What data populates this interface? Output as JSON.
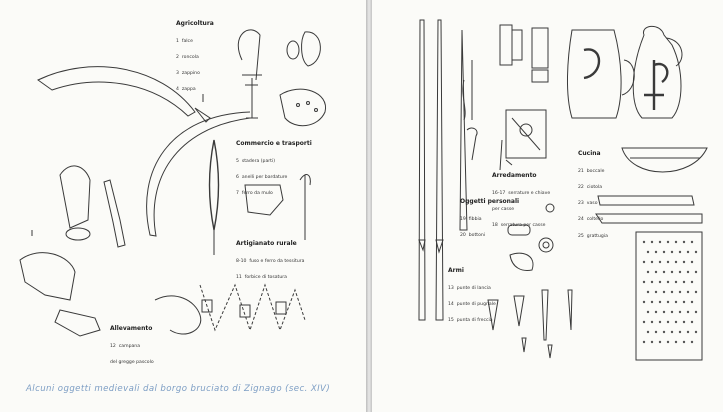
{
  "sections": {
    "agricoltura": {
      "title": "Agricoltura",
      "items": [
        "1  falce",
        "2  roncola",
        "3  zappino",
        "4  zappa"
      ]
    },
    "commercio": {
      "title": "Commercio e trasporti",
      "items": [
        "5  stadera (parti)",
        "6  anelli per bardature",
        "7  ferro da mulo"
      ]
    },
    "artigianato": {
      "title": "Artigianato rurale",
      "items": [
        "8-10  fuso e ferro da tessitura",
        "11  forbice di tosatura"
      ]
    },
    "allevamento": {
      "title": "Allevamento",
      "items": [
        "12  campana",
        "del gregge pascolo"
      ]
    },
    "arredamento": {
      "title": "Arredamento",
      "items": [
        "16-17  serrature e chiave",
        "per casse",
        "18  serratura per casse"
      ]
    },
    "oggetti_personali": {
      "title": "Oggetti personali",
      "items": [
        "19  fibbia",
        "20  bottoni"
      ]
    },
    "armi": {
      "title": "Armi",
      "items": [
        "13  punte di lancia",
        "14  punte di pugnale",
        "15  punta di freccia"
      ]
    },
    "cucina": {
      "title": "Cucina",
      "items": [
        "21  boccale",
        "22  ciotola",
        "23  vaso",
        "24  coltello",
        "25  grattugia"
      ]
    }
  },
  "caption": "Alcuni oggetti medievali dal borgo bruciato di Zignago (sec. XIV)",
  "colors": {
    "caption": "#7d9ec4",
    "ink": "#333333",
    "paper": "#fbfbf8"
  }
}
